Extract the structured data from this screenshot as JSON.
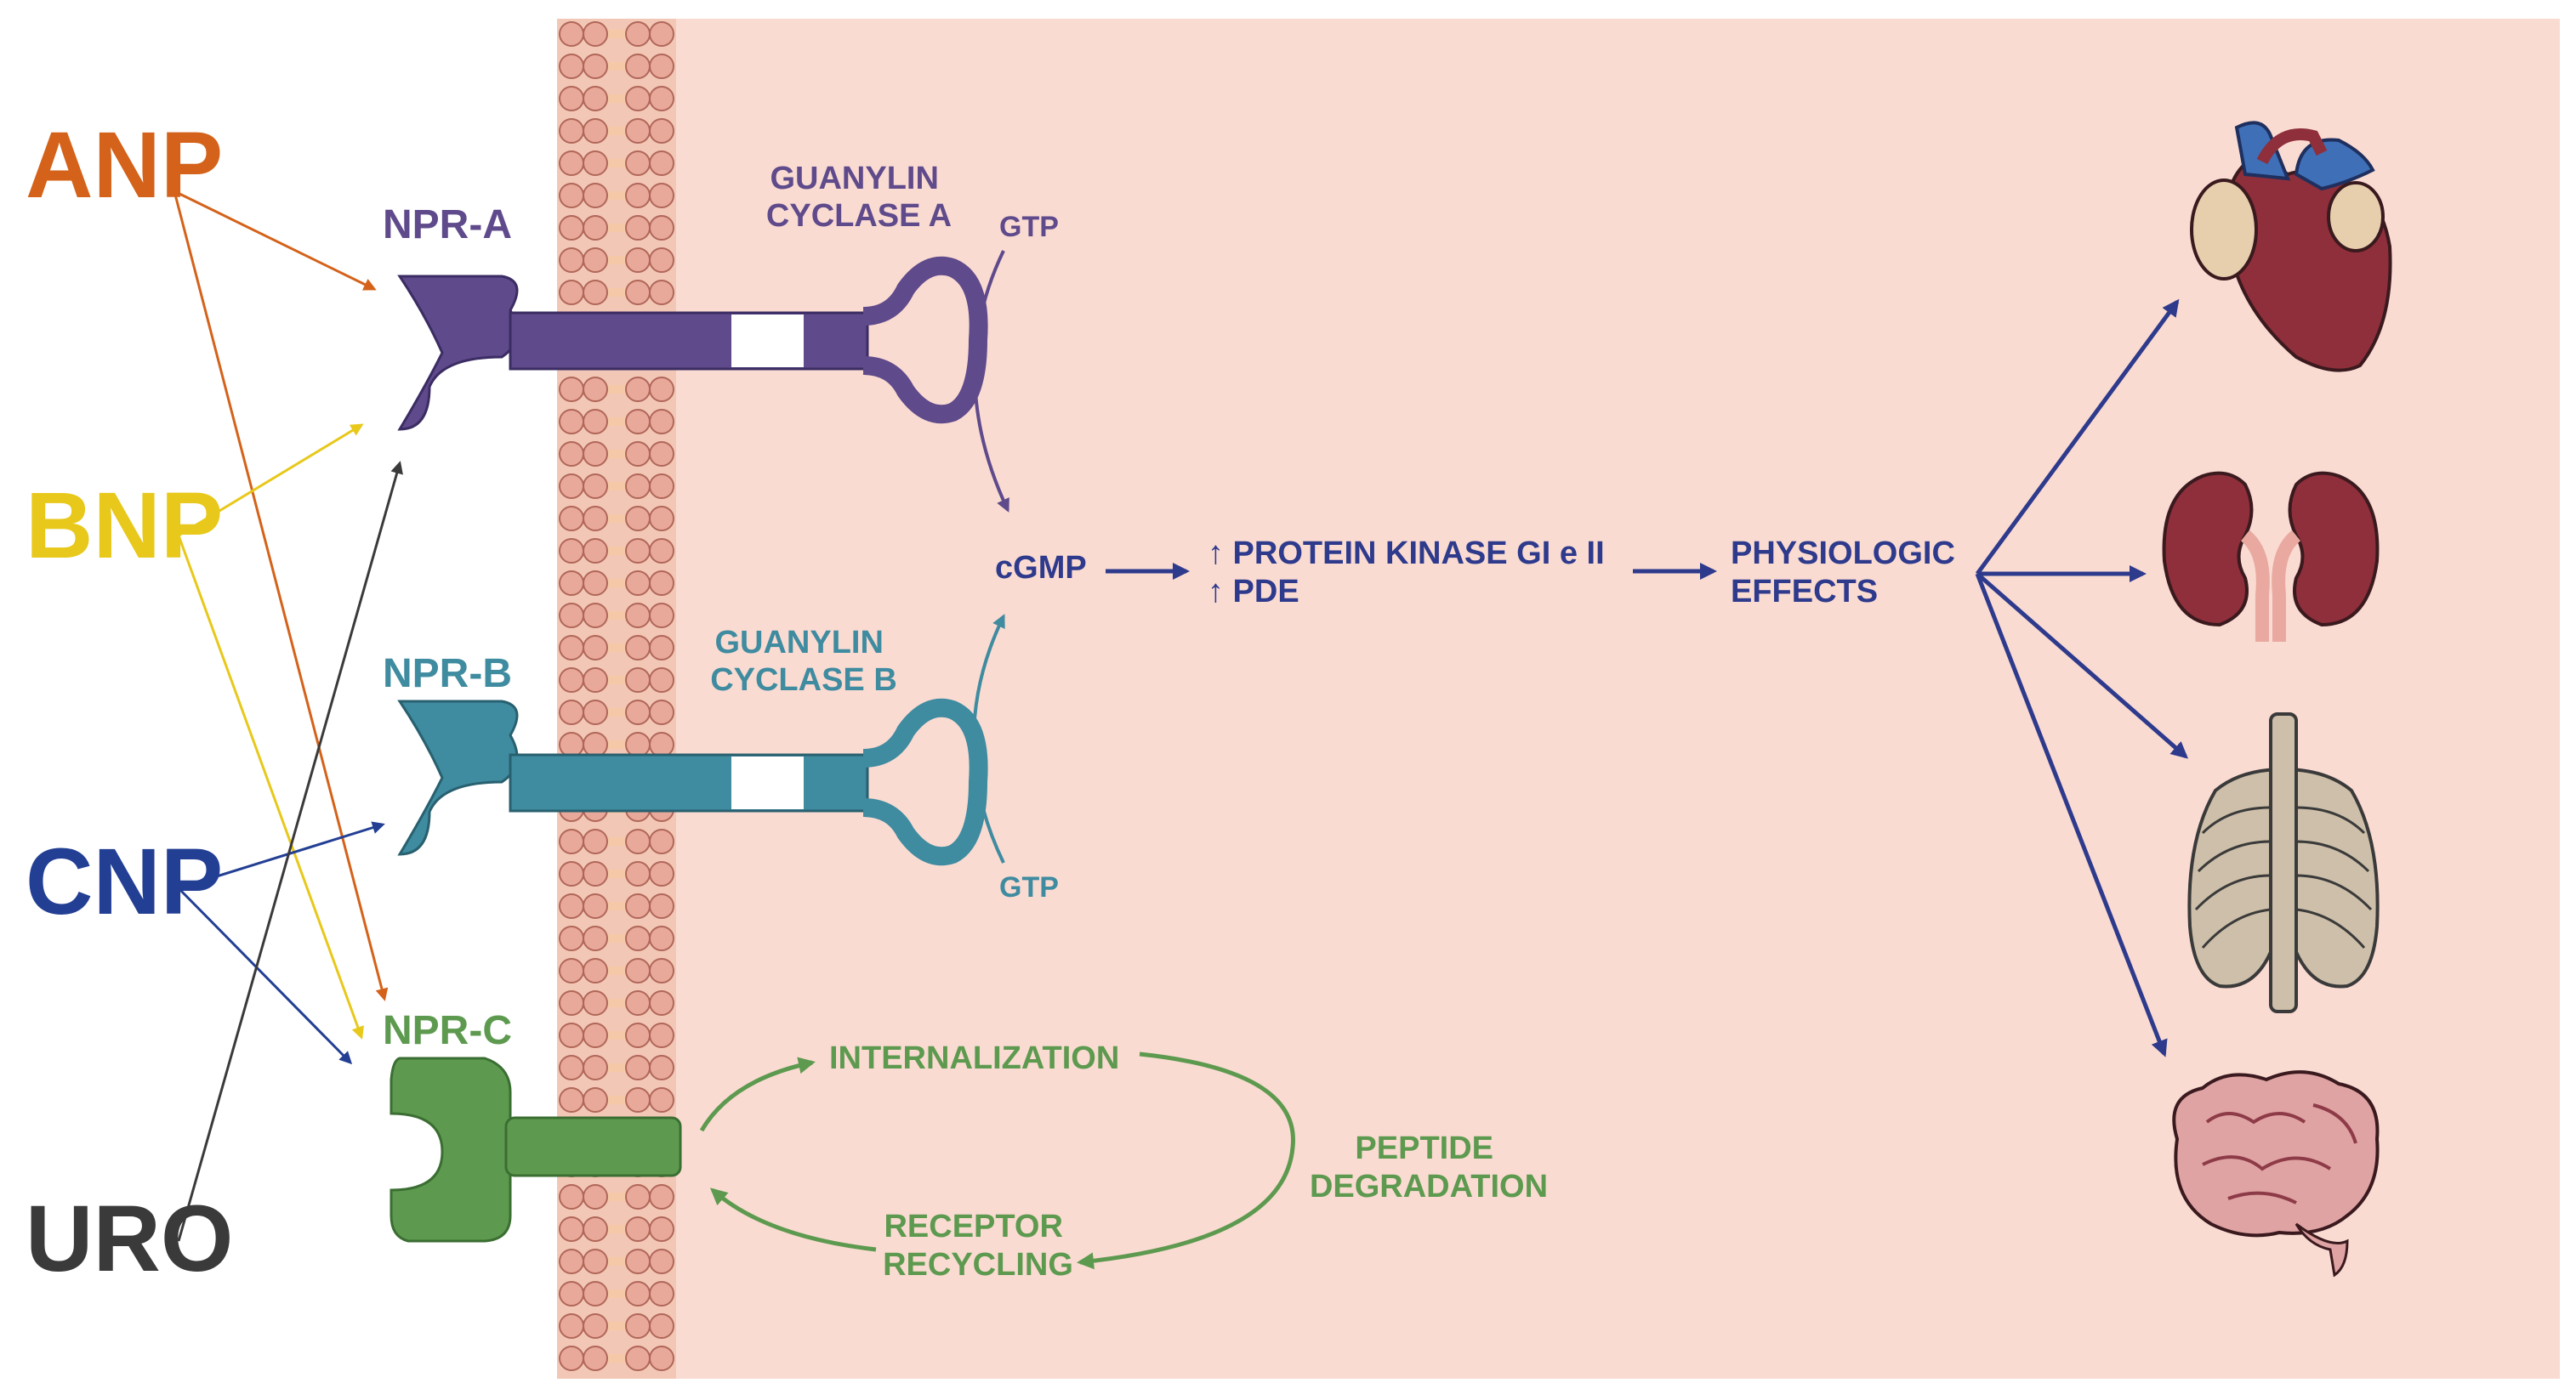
{
  "ligands": [
    "ANP",
    "BNP",
    "CNP",
    "URO"
  ],
  "receptors": {
    "npr_a": "NPR-A",
    "npr_b": "NPR-B",
    "npr_c": "NPR-C"
  },
  "enzymes": {
    "gc_a": [
      "GUANYLIN",
      "CYCLASE A"
    ],
    "gc_b": [
      "GUANYLIN",
      "CYCLASE B"
    ]
  },
  "substrates": {
    "gtp_top": "GTP",
    "gtp_bottom": "GTP",
    "cgmp": "cGMP"
  },
  "downstream": {
    "pk_line": "↑ PROTEIN KINASE GI e II",
    "pde_line": "↑ PDE",
    "effects": [
      "PHYSIOLOGIC",
      "EFFECTS"
    ]
  },
  "nprc_cycle": {
    "internalization": "INTERNALIZATION",
    "degradation": [
      "PEPTIDE",
      "DEGRADATION"
    ],
    "recycling": [
      "RECEPTOR",
      "RECYCLING"
    ]
  },
  "organs": [
    "heart-icon",
    "kidneys-icon",
    "ribcage-icon",
    "brain-icon"
  ],
  "colors": {
    "anp": "#d4621a",
    "bnp": "#e8c81a",
    "cnp": "#233f94",
    "uro": "#3a3a3a",
    "npr_a": "#5f4a8b",
    "npr_b": "#3f8ba0",
    "npr_c": "#5d9a4f",
    "pathway": "#2e3a8c",
    "background": "#fadbd2",
    "membrane": "#e9a99a"
  }
}
